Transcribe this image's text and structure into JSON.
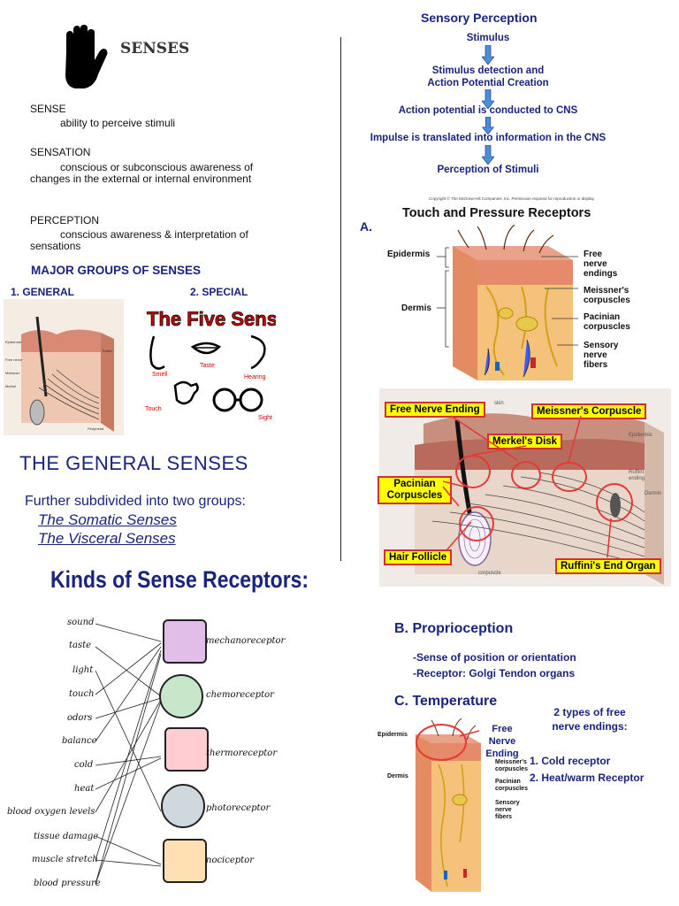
{
  "left": {
    "title": "SENSES",
    "definitions": [
      {
        "term": "SENSE",
        "body": "ability to perceive stimuli"
      },
      {
        "term": "SENSATION",
        "body": "conscious or subconscious awareness of changes in the external or internal environment"
      },
      {
        "term": "PERCEPTION",
        "body": "conscious awareness & interpretation of sensations"
      }
    ],
    "major_groups_heading": "MAJOR GROUPS OF SENSES",
    "general_label": "1. GENERAL",
    "special_label": "2. SPECIAL",
    "five_senses": {
      "title": "The Five Senses",
      "smell": "Smell",
      "taste": "Taste",
      "hearing": "Hearing",
      "touch": "Touch",
      "sight": "Sight"
    },
    "general_senses_heading": "THE GENERAL SENSES",
    "subdivided_text": "Further subdivided into two groups:",
    "somatic": "The Somatic Senses",
    "visceral": "The Visceral Senses",
    "kinds_heading": "Kinds of Sense Receptors:",
    "stimuli": [
      "sound",
      "taste",
      "light",
      "touch",
      "odors",
      "balance",
      "cold",
      "heat",
      "blood oxygen levels",
      "tissue damage",
      "muscle stretch",
      "blood pressure"
    ],
    "receptors": [
      "mechanoreceptor",
      "chemoreceptor",
      "thermoreceptor",
      "photoreceptor",
      "nociceptor"
    ]
  },
  "right": {
    "perception_title": "Sensory Perception",
    "flow": [
      "Stimulus",
      "Stimulus detection and Action Potential Creation",
      "Action potential is conducted to CNS",
      "Impulse is translated into information in the CNS",
      "Perception of Stimuli"
    ],
    "section_a": "A.",
    "copyright": "Copyright © The McGraw-Hill Companies, Inc. Permission required for reproduction or display.",
    "touch_title": "Touch and Pressure Receptors",
    "skin_labels": {
      "epidermis": "Epidermis",
      "dermis": "Dermis",
      "free": "Free nerve endings",
      "meissner": "Meissner's corpuscles",
      "pacinian": "Pacinian corpuscles",
      "sensory": "Sensory nerve fibers"
    },
    "callouts": {
      "free_nerve": "Free Nerve Ending",
      "meissner": "Meissner's Corpuscle",
      "merkel": "Merkel's Disk",
      "pacinian": "Pacinian Corpuscles",
      "hair": "Hair Follicle",
      "ruffini": "Ruffini's End Organ"
    },
    "section_b": "B. Proprioception",
    "b_lines": [
      "-Sense of position or orientation",
      "-Receptor: Golgi Tendon organs"
    ],
    "section_c": "C. Temperature",
    "c_free": "Free Nerve Ending",
    "c_types_title": "2 types of free nerve endings:",
    "c_types": [
      "1. Cold receptor",
      "2. Heat/warm Receptor"
    ],
    "c_skin_labels": {
      "epidermis": "Epidermis",
      "dermis": "Dermis",
      "meissner": "Meissner's corpuscles",
      "pacinian": "Pacinian corpuscles",
      "sensory": "Sensory nerve fibers"
    }
  }
}
